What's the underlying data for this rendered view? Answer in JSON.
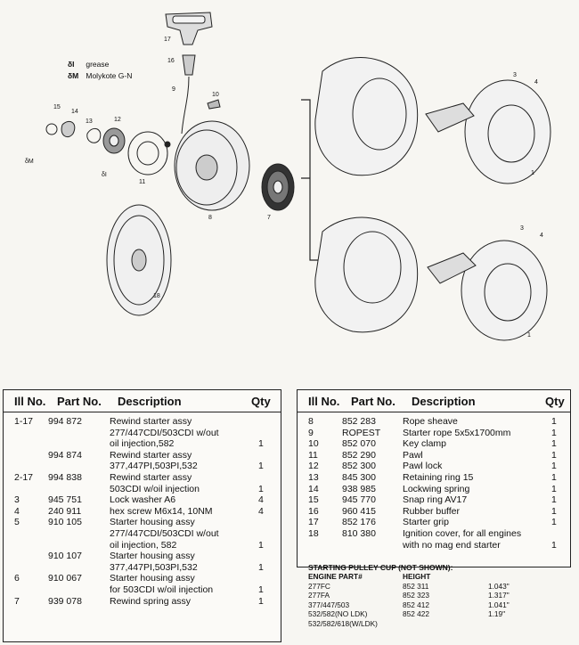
{
  "legend": {
    "items": [
      {
        "symbol": "δI",
        "text": "grease"
      },
      {
        "symbol": "δM",
        "text": "Molykote G-N"
      }
    ]
  },
  "callouts": [
    "17",
    "16",
    "9",
    "10",
    "15",
    "14",
    "13",
    "12",
    "11",
    "8",
    "7",
    "18",
    "3",
    "4",
    "1",
    "3",
    "4",
    "1",
    "δM",
    "δI"
  ],
  "left_table": {
    "headers": {
      "ill": "Ill No.",
      "part": "Part No.",
      "desc": "Description",
      "qty": "Qty"
    },
    "rows": [
      {
        "ill": "1-17",
        "part": "994 872",
        "desc": "Rewind starter assy",
        "qty": ""
      },
      {
        "ill": "",
        "part": "",
        "desc": "277/447CDI/503CDI w/out",
        "qty": ""
      },
      {
        "ill": "",
        "part": "",
        "desc": "oil injection,582",
        "qty": "1"
      },
      {
        "ill": "",
        "part": "994 874",
        "desc": "Rewind starter assy",
        "qty": ""
      },
      {
        "ill": "",
        "part": "",
        "desc": "377,447PI,503PI,532",
        "qty": "1"
      },
      {
        "ill": "2-17",
        "part": "994 838",
        "desc": "Rewind starter assy",
        "qty": ""
      },
      {
        "ill": "",
        "part": "",
        "desc": "503CDI w/oil injection",
        "qty": "1"
      },
      {
        "ill": "3",
        "part": "945 751",
        "desc": "Lock washer A6",
        "qty": "4"
      },
      {
        "ill": "4",
        "part": "240 911",
        "desc": "hex screw M6x14, 10NM",
        "qty": "4"
      },
      {
        "ill": "5",
        "part": "910 105",
        "desc": "Starter housing assy",
        "qty": ""
      },
      {
        "ill": "",
        "part": "",
        "desc": "277/447CDI/503CDI w/out",
        "qty": ""
      },
      {
        "ill": "",
        "part": "",
        "desc": "oil injection, 582",
        "qty": "1"
      },
      {
        "ill": "",
        "part": "910 107",
        "desc": "Starter housing assy",
        "qty": ""
      },
      {
        "ill": "",
        "part": "",
        "desc": "377,447PI,503PI,532",
        "qty": "1"
      },
      {
        "ill": "6",
        "part": "910 067",
        "desc": "Starter housing assy",
        "qty": ""
      },
      {
        "ill": "",
        "part": "",
        "desc": "for 503CDI w/oil injection",
        "qty": "1"
      },
      {
        "ill": "7",
        "part": "939 078",
        "desc": "Rewind spring assy",
        "qty": "1"
      }
    ]
  },
  "right_table": {
    "headers": {
      "ill": "Ill No.",
      "part": "Part No.",
      "desc": "Description",
      "qty": "Qty"
    },
    "rows": [
      {
        "ill": "8",
        "part": "852 283",
        "desc": "Rope sheave",
        "qty": "1"
      },
      {
        "ill": "9",
        "part": "ROPEST",
        "desc": "Starter rope 5x5x1700mm",
        "qty": "1"
      },
      {
        "ill": "10",
        "part": "852 070",
        "desc": "Key clamp",
        "qty": "1"
      },
      {
        "ill": "11",
        "part": "852 290",
        "desc": "Pawl",
        "qty": "1"
      },
      {
        "ill": "12",
        "part": "852 300",
        "desc": "Pawl lock",
        "qty": "1"
      },
      {
        "ill": "13",
        "part": "845 300",
        "desc": "Retaining ring 15",
        "qty": "1"
      },
      {
        "ill": "14",
        "part": "938 985",
        "desc": "Lockwing spring",
        "qty": "1"
      },
      {
        "ill": "15",
        "part": "945 770",
        "desc": "Snap ring AV17",
        "qty": "1"
      },
      {
        "ill": "16",
        "part": "960 415",
        "desc": "Rubber buffer",
        "qty": "1"
      },
      {
        "ill": "17",
        "part": "852 176",
        "desc": "Starter grip",
        "qty": "1"
      },
      {
        "ill": "18",
        "part": "810 380",
        "desc": "Ignition cover, for all engines",
        "qty": ""
      },
      {
        "ill": "",
        "part": "",
        "desc": "with no mag end starter",
        "qty": "1"
      }
    ]
  },
  "pulley": {
    "title": "STARTING PULLEY CUP (NOT SHOWN):",
    "headers": {
      "engine": "ENGINE PART#",
      "height": "HEIGHT"
    },
    "rows": [
      {
        "engine": "277FC",
        "part": "852 311",
        "height": "1.043\""
      },
      {
        "engine": "277FA",
        "part": "852 323",
        "height": "1.317\""
      },
      {
        "engine": "377/447/503",
        "part": "852 412",
        "height": "1.041\""
      },
      {
        "engine": "532/582(NO LDK)",
        "part": "852 422",
        "height": "1.19\""
      },
      {
        "engine": "532/582/618(W/LDK)",
        "part": "",
        "height": ""
      }
    ]
  }
}
